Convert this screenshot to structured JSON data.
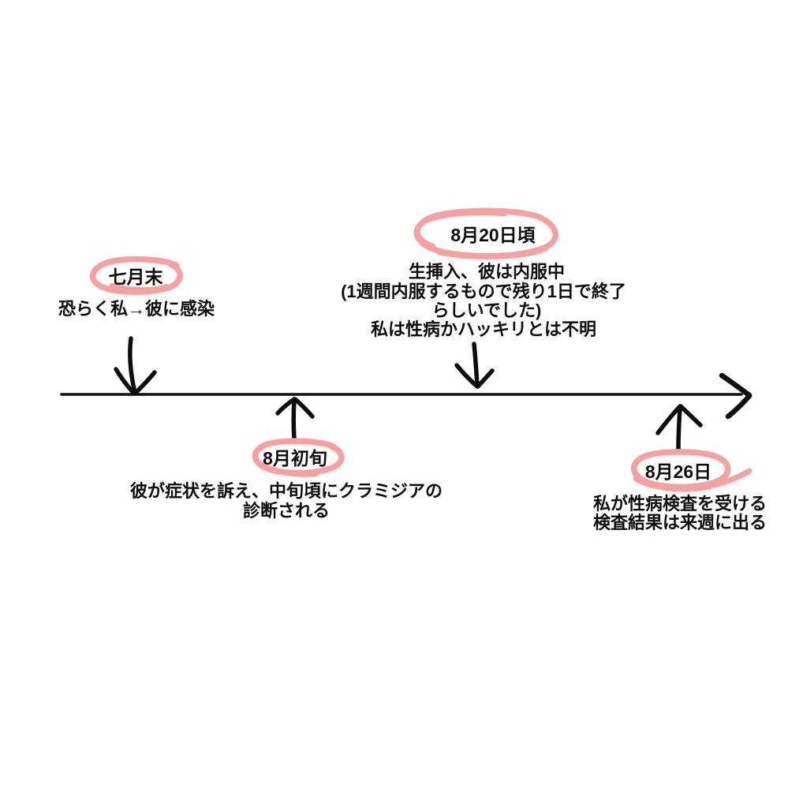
{
  "colors": {
    "highlight_pink": "#f6a0a0",
    "ink_black": "#0d0d0d",
    "background": "#ffffff"
  },
  "diagram_type": "hand-drawn horizontal timeline",
  "timeline": {
    "axis_direction": "left-to-right arrow",
    "events": [
      {
        "id": "july-end",
        "date_label": "七月末",
        "date_circled": true,
        "position": "above axis, far left",
        "arrow": "down",
        "description_lines": [
          "恐らく私→彼に感染"
        ]
      },
      {
        "id": "aug-20",
        "date_label": "8月20日頃",
        "date_circled": true,
        "position": "above axis, center",
        "arrow": "down",
        "description_lines": [
          "生挿入、彼は内服中",
          "(1週間内服するもので残り1日で終了",
          "らしいでした)",
          "私は性病かハッキリとは不明"
        ]
      },
      {
        "id": "aug-early",
        "date_label": "8月初旬",
        "date_circled": true,
        "position": "below axis, center-left",
        "arrow": "up",
        "description_lines": [
          "彼が症状を訴え、中旬頃にクラミジアの",
          "診断される"
        ]
      },
      {
        "id": "aug-26",
        "date_label": "8月26日",
        "date_circled": true,
        "position": "below axis, far right",
        "arrow": "up",
        "description_lines": [
          "私が性病検査を受ける",
          "検査結果は来週に出る"
        ]
      }
    ]
  }
}
